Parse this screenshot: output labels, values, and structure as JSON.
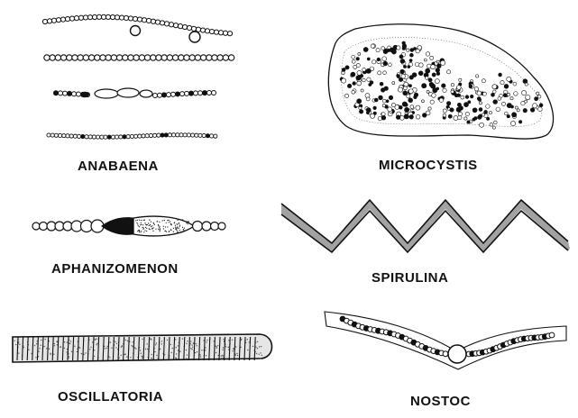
{
  "figure": {
    "labels": {
      "anabaena": "ANABAENA",
      "microcystis": "MICROCYSTIS",
      "aphanizomenon": "APHANIZOMENON",
      "spirulina": "SPIRULINA",
      "oscillatoria": "OSCILLATORIA",
      "nostoc": "NOSTOC"
    },
    "colors": {
      "ink": "#111111",
      "shade": "#555555",
      "paper": "#ffffff"
    }
  }
}
